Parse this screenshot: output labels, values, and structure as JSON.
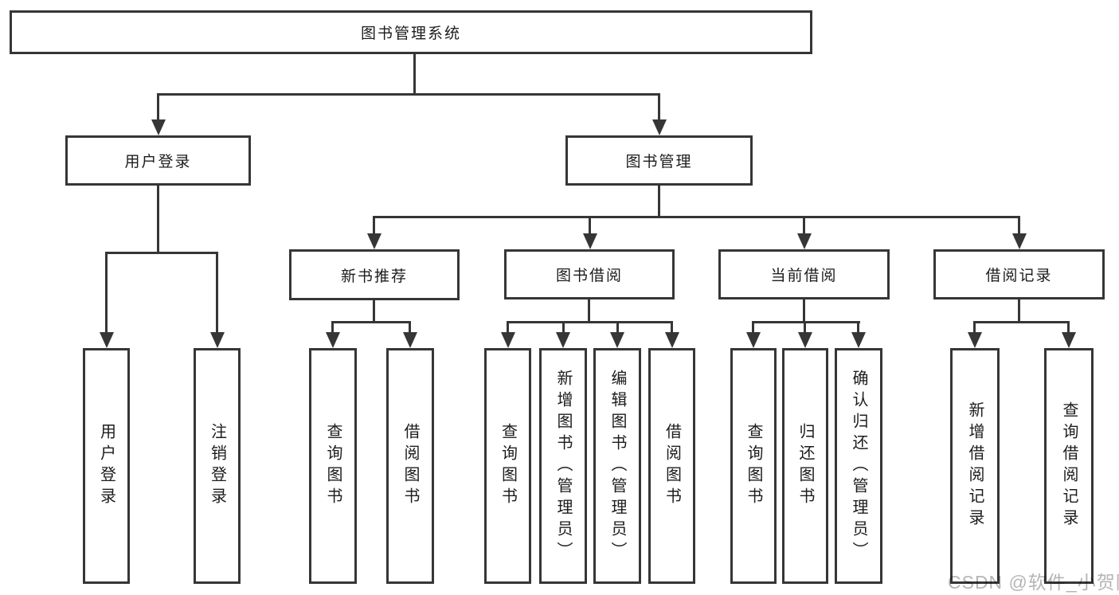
{
  "colors": {
    "line": "#363636",
    "text": "#1c1c1c",
    "background": "#ffffff",
    "watermark": "#b5b5b5"
  },
  "watermark": "CSDN @软件_小贺同学",
  "tree": {
    "label": "图书管理系统",
    "children": [
      {
        "label": "用户登录",
        "children": [
          {
            "label": "用户登录"
          },
          {
            "label": "注销登录"
          }
        ]
      },
      {
        "label": "图书管理",
        "children": [
          {
            "label": "新书推荐",
            "children": [
              {
                "label": "查询图书"
              },
              {
                "label": "借阅图书"
              }
            ]
          },
          {
            "label": "图书借阅",
            "children": [
              {
                "label": "查询图书"
              },
              {
                "label": "新增图书（管理员）"
              },
              {
                "label": "编辑图书（管理员）"
              },
              {
                "label": "借阅图书"
              }
            ]
          },
          {
            "label": "当前借阅",
            "children": [
              {
                "label": "查询图书"
              },
              {
                "label": "归还图书"
              },
              {
                "label": "确认归还（管理员）"
              }
            ]
          },
          {
            "label": "借阅记录",
            "children": [
              {
                "label": "新增借阅记录"
              },
              {
                "label": "查询借阅记录"
              }
            ]
          }
        ]
      }
    ]
  }
}
